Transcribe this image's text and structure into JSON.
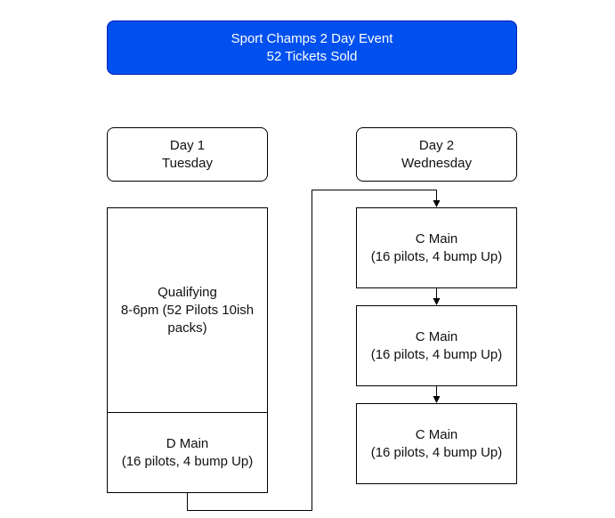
{
  "header": {
    "line1": "Sport Champs 2 Day Event",
    "line2": "52 Tickets Sold",
    "fill": "#0050ef"
  },
  "day1": {
    "title": {
      "line1": "Day 1",
      "line2": "Tuesday"
    },
    "qualifying": {
      "line1": "Qualifying",
      "line2": "8-6pm (52 Pilots 10ish",
      "line3": "packs)"
    },
    "d_main": {
      "line1": "D Main",
      "line2": "(16 pilots, 4 bump Up)"
    }
  },
  "day2": {
    "title": {
      "line1": "Day 2",
      "line2": "Wednesday"
    },
    "mains": [
      {
        "line1": "C Main",
        "line2": "(16 pilots, 4 bump Up)"
      },
      {
        "line1": "C Main",
        "line2": "(16 pilots, 4 bump Up)"
      },
      {
        "line1": "C Main",
        "line2": "(16 pilots, 4 bump Up)"
      }
    ]
  }
}
